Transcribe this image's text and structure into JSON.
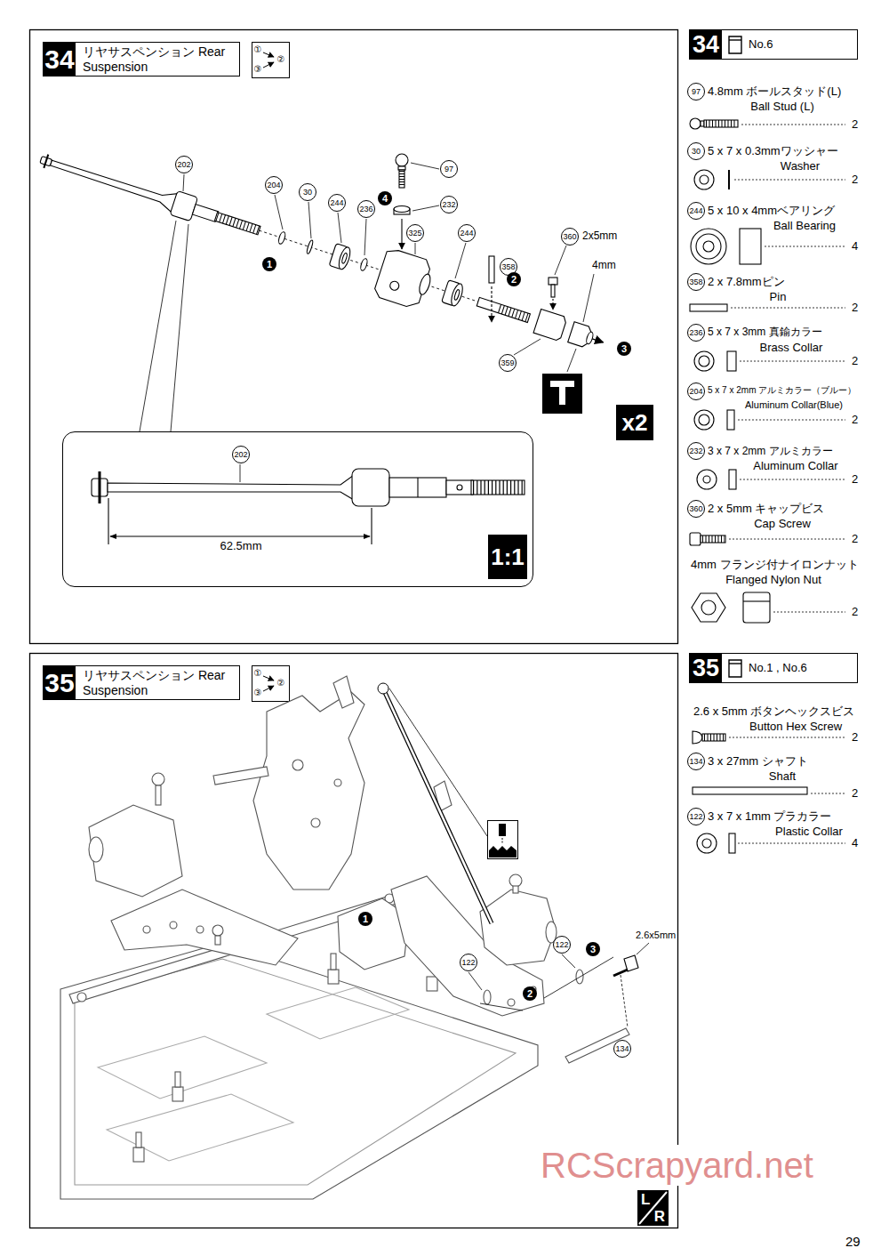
{
  "diagram": {
    "nodes": [
      {
        "text": [
          "34",
          "リヤサスペンション Rear Suspension"
        ]
      },
      {
        "text": [
          "34",
          "No.6"
        ]
      },
      {
        "text": [
          "202",
          "62.5mm"
        ]
      },
      {
        "text": [
          "1:1"
        ],
        "in": 2
      },
      {
        "text": [
          "x2"
        ]
      },
      {
        "text": [
          "35",
          "リヤサスペンション Rear Suspension"
        ]
      },
      {
        "text": [
          "35",
          "No.1 , No.6"
        ]
      },
      {
        "text": [
          "L",
          "R"
        ]
      }
    ],
    "labels": [
      "①",
      "②",
      "③",
      "202",
      "204",
      "30",
      "244",
      "236",
      "97",
      "232",
      "325",
      "244",
      "358",
      "360",
      "2x5mm",
      "4mm",
      "359",
      "1",
      "2",
      "3",
      "4",
      "97",
      "4.8mm ボールスタッド(L)",
      "Ball Stud (L)",
      "2",
      "30",
      "5 x 7 x 0.3mmワッシャー",
      "Washer",
      "2",
      "244",
      "5 x 10 x 4mmベアリング",
      "Ball Bearing",
      "4",
      "358",
      "2 x 7.8mmピン",
      "Pin",
      "2",
      "236",
      "5 x 7 x 3mm 真鍮カラー",
      "Brass Collar",
      "2",
      "204",
      "5 x 7 x 2mm アルミカラー（ブルー）",
      "Aluminum Collar(Blue)",
      "2",
      "232",
      "3 x 7 x 2mm アルミカラー",
      "Aluminum Collar",
      "2",
      "360",
      "2 x 5mm キャップビス",
      "Cap Screw",
      "2",
      "4mm フランジ付ナイロンナット",
      "Flanged Nylon Nut",
      "2",
      "①",
      "②",
      "③",
      "122",
      "122",
      "2.6x5mm",
      "134",
      "1",
      "2",
      "3",
      "2.6 x 5mm ボタンヘックスビス",
      "Button Hex Screw",
      "2",
      "134",
      "3 x 27mm シャフト",
      "Shaft",
      "2",
      "122",
      "3 x 7 x 1mm プラカラー",
      "Plastic Collar",
      "4",
      "RCScrapyard.net",
      "29"
    ]
  }
}
